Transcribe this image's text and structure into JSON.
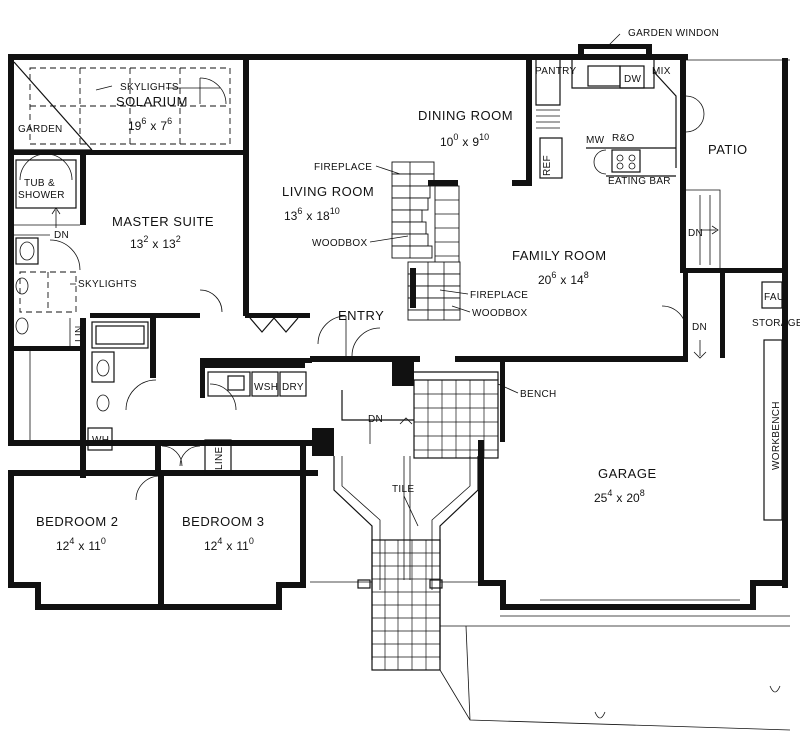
{
  "rooms": {
    "solarium": {
      "name": "SOLARIUM",
      "dim_w": "19",
      "dim_w_sup": "6",
      "dim_x": "x",
      "dim_h": "7",
      "dim_h_sup": "6"
    },
    "garden": {
      "name": "GARDEN"
    },
    "skylights_top": {
      "name": "SKYLIGHTS"
    },
    "tub_shower": {
      "line1": "TUB &",
      "line2": "SHOWER"
    },
    "master_suite": {
      "name": "MASTER SUITE",
      "dim_w": "13",
      "dim_w_sup": "2",
      "dim_x": "x",
      "dim_h": "13",
      "dim_h_sup": "2"
    },
    "skylights_bath": {
      "name": "SKYLIGHTS"
    },
    "dining_room": {
      "name": "DINING ROOM",
      "dim_w": "10",
      "dim_w_sup": "0",
      "dim_x": "x",
      "dim_h": "9",
      "dim_h_sup": "10"
    },
    "living_room": {
      "name": "LIVING ROOM",
      "dim_w": "13",
      "dim_w_sup": "6",
      "dim_x": "x",
      "dim_h": "18",
      "dim_h_sup": "10"
    },
    "family_room": {
      "name": "FAMILY ROOM",
      "dim_w": "20",
      "dim_w_sup": "6",
      "dim_x": "x",
      "dim_h": "14",
      "dim_h_sup": "8"
    },
    "patio": {
      "name": "PATIO"
    },
    "entry": {
      "name": "ENTRY"
    },
    "garage": {
      "name": "GARAGE",
      "dim_w": "25",
      "dim_w_sup": "4",
      "dim_x": "x",
      "dim_h": "20",
      "dim_h_sup": "8"
    },
    "bedroom2": {
      "name": "BEDROOM 2",
      "dim_w": "12",
      "dim_w_sup": "4",
      "dim_x": "x",
      "dim_h": "11",
      "dim_h_sup": "0"
    },
    "bedroom3": {
      "name": "BEDROOM 3",
      "dim_w": "12",
      "dim_w_sup": "4",
      "dim_x": "x",
      "dim_h": "11",
      "dim_h_sup": "0"
    }
  },
  "labels": {
    "garden_windon": "GARDEN WINDON",
    "pantry": "PANTRY",
    "dw": "DW",
    "mix": "MIX",
    "mw": "MW",
    "r_o": "R&O",
    "ref": "REF",
    "eating_bar": "EATING BAR",
    "fireplace_living": "FIREPLACE",
    "woodbox_living": "WOODBOX",
    "fireplace_family": "FIREPLACE",
    "woodbox_family": "WOODBOX",
    "dn_master": "DN",
    "dn_patio": "DN",
    "dn_storage": "DN",
    "dn_entry": "DN",
    "fau": "FAU",
    "storage": "STORAGE",
    "workbench": "WORKBENCH",
    "bench": "BENCH",
    "tile": "TILE",
    "wsh": "WSH",
    "dry": "DRY",
    "linen": "LINEN",
    "lin": "LIN",
    "wh": "WH"
  }
}
